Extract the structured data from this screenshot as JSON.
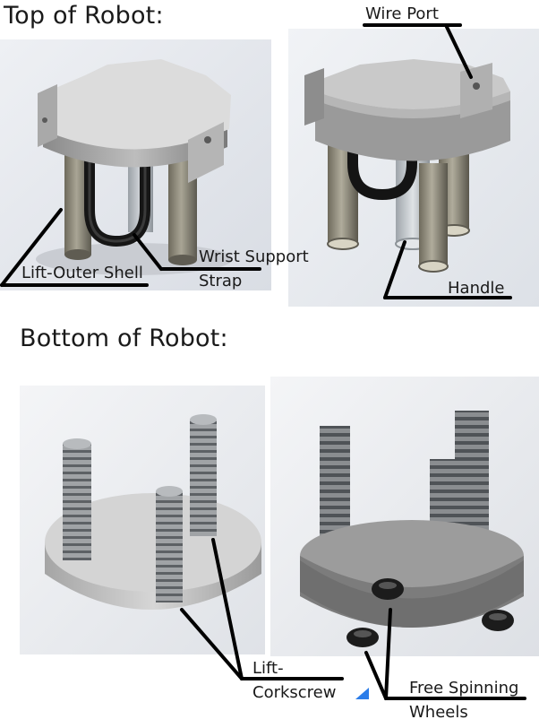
{
  "headings": {
    "top": "Top of Robot:",
    "bottom": "Bottom of Robot:"
  },
  "labels": {
    "wire_port": "Wire Port",
    "lift_outer_shell": "Lift-Outer Shell",
    "wrist_support_1": "Wrist Support",
    "wrist_support_2": "Strap",
    "handle": "Handle",
    "lift_corkscrew_1": "Lift-",
    "lift_corkscrew_2": "Corkscrew",
    "free_spinning_1": "Free Spinning",
    "free_spinning_2": "Wheels"
  }
}
